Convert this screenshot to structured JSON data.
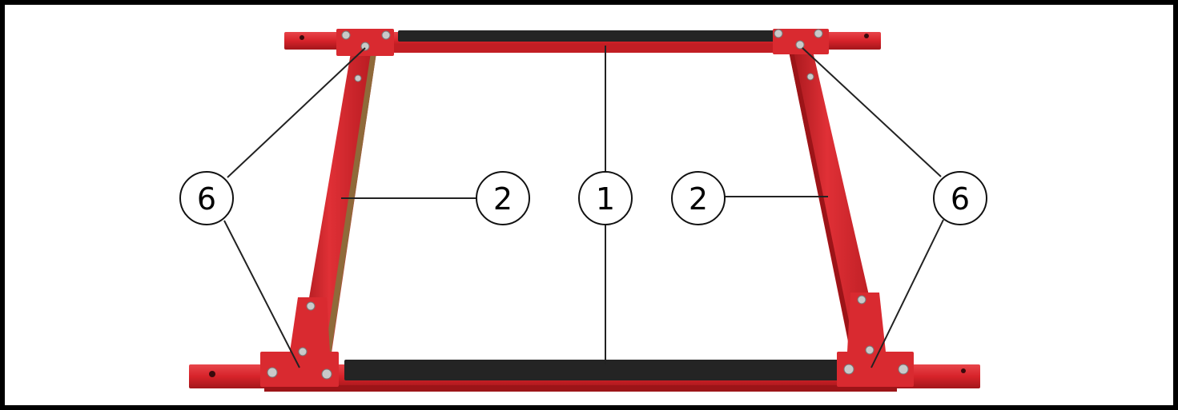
{
  "callouts": {
    "left_corners": "6",
    "left_side_rail": "2",
    "cross_members": "1",
    "right_side_rail": "2",
    "right_corners": "6"
  },
  "colors": {
    "frame": "#d7232a",
    "frame_shadow": "#9c1418",
    "rubber_strip": "#242424",
    "bolt": "#c9c9c9",
    "border": "#000000",
    "background": "#ffffff"
  }
}
